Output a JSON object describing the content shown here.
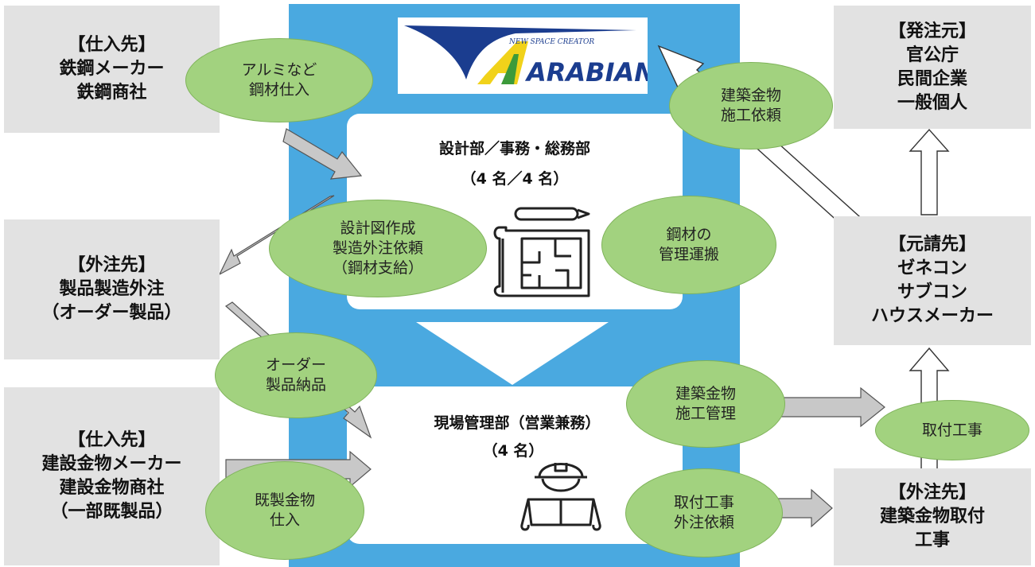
{
  "logo": {
    "tagline": "NEW SPACE CREATOR",
    "name": "ARABIAN"
  },
  "departments": {
    "design": {
      "title": "設計部／事務・総務部",
      "staff": "（4 名／4 名）"
    },
    "site": {
      "title": "現場管理部（営業兼務）",
      "staff": "（4 名）"
    }
  },
  "boxes": {
    "supplier_steel": [
      "【仕入先】",
      "鉄鋼メーカー",
      "鉄鋼商社"
    ],
    "outsource_product": [
      "【外注先】",
      "製品製造外注",
      "（オーダー製品）"
    ],
    "supplier_hardware": [
      "【仕入先】",
      "建設金物メーカー",
      "建設金物商社",
      "（一部既製品）"
    ],
    "client": [
      "【発注元】",
      "官公庁",
      "民間企業",
      "一般個人"
    ],
    "prime_contractor": [
      "【元請先】",
      "ゼネコン",
      "サブコン",
      "ハウスメーカー"
    ],
    "outsource_install": [
      "【外注先】",
      "建築金物取付",
      "工事"
    ]
  },
  "flows": {
    "aluminum_purchase": [
      "アルミなど",
      "鋼材仕入"
    ],
    "design_drawings": [
      "設計図作成",
      "製造外注依頼",
      "（鋼材支給）"
    ],
    "steel_management": [
      "鋼材の",
      "管理運搬"
    ],
    "construction_request": [
      "建築金物",
      "施工依頼"
    ],
    "order_delivery": [
      "オーダー",
      "製品納品"
    ],
    "construction_management": [
      "建築金物",
      "施工管理"
    ],
    "install_work": [
      "取付工事"
    ],
    "ready_made_purchase": [
      "既製金物",
      "仕入"
    ],
    "install_outsource": [
      "取付工事",
      "外注依頼"
    ]
  },
  "colors": {
    "band": "#4aa9e0",
    "ellipse": "#a2d27f",
    "box": "#e2e2e2",
    "arrow": "#c8c8c8",
    "logo_blue": "#1b3d8f",
    "logo_yellow": "#f1d21a",
    "logo_green": "#3c9a3a"
  }
}
